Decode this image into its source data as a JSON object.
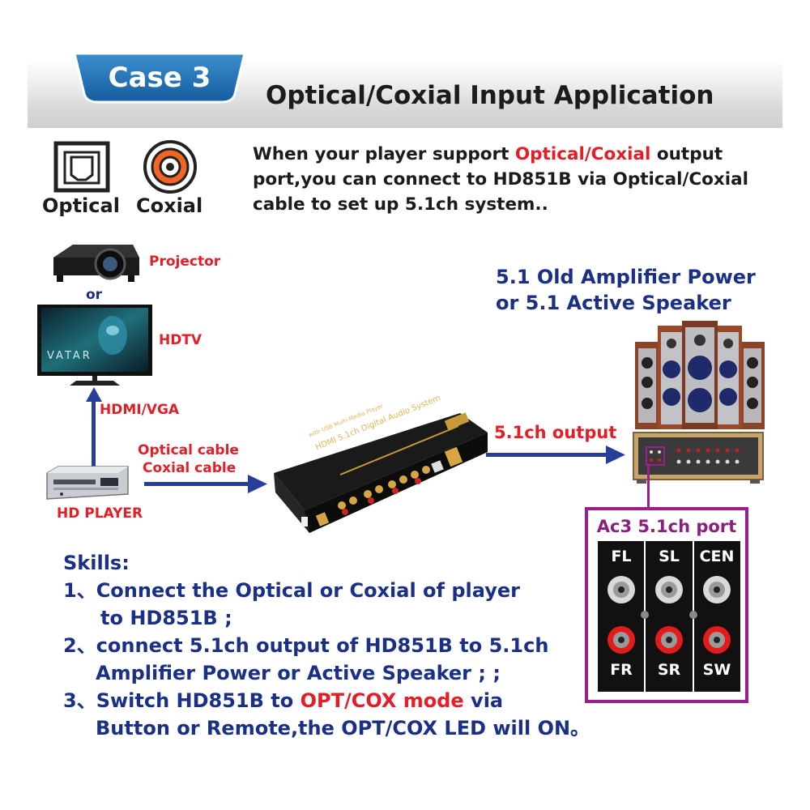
{
  "header": {
    "case_label": "Case 3",
    "title": "Optical/Coxial Input Application"
  },
  "legend": {
    "optical_label": "Optical",
    "coaxial_label": "Coxial"
  },
  "intro": {
    "part1": " When your player  support ",
    "highlight": "Optical/Coxial",
    "part2": " output",
    "line2": "port,you can connect to HD851B via Optical/Coxial",
    "line3": "cable to set up 5.1ch system.."
  },
  "devices": {
    "projector_label": "Projector",
    "or_label": "or",
    "hdtv_label": "HDTV",
    "hdtv_screen_text": "VATAR",
    "hdmi_label": "HDMI/VGA",
    "cable_label_1": "Optical cable",
    "cable_label_2": "Coxial  cable",
    "player_label": "HD PLAYER",
    "decoder_text": "HDMI 5.1ch Digital Audio System",
    "decoder_subtext": "with USB Multi-Media Player",
    "output_label": "5.1ch output",
    "amp_heading_1": "5.1 Old Amplifier Power",
    "amp_heading_2": "or 5.1 Active Speaker"
  },
  "port_box": {
    "title": "Ac3 5.1ch port",
    "top_labels": [
      "FL",
      "SL",
      "CEN"
    ],
    "bottom_labels": [
      "FR",
      "SR",
      "SW"
    ]
  },
  "skills": {
    "heading": "Skills:",
    "step1_line1": "1、Connect the Optical or Coxial of player",
    "step1_line2": "to HD851B ;",
    "step2_line1": "2、connect 5.1ch output of HD851B to 5.1ch",
    "step2_line2": "Amplifier Power or Active Speaker ; ;",
    "step3_line1_a": "3、Switch HD851B to ",
    "step3_line1_highlight": "OPT/COX mode",
    "step3_line1_b": " via",
    "step3_line2": "Button or Remote,the OPT/COX LED will ON。"
  },
  "colors": {
    "accent_blue": "#1a2f86",
    "highlight_red": "#e41e26",
    "port_purple": "#9a1f8c",
    "tab_blue": "#1e6fb3"
  }
}
